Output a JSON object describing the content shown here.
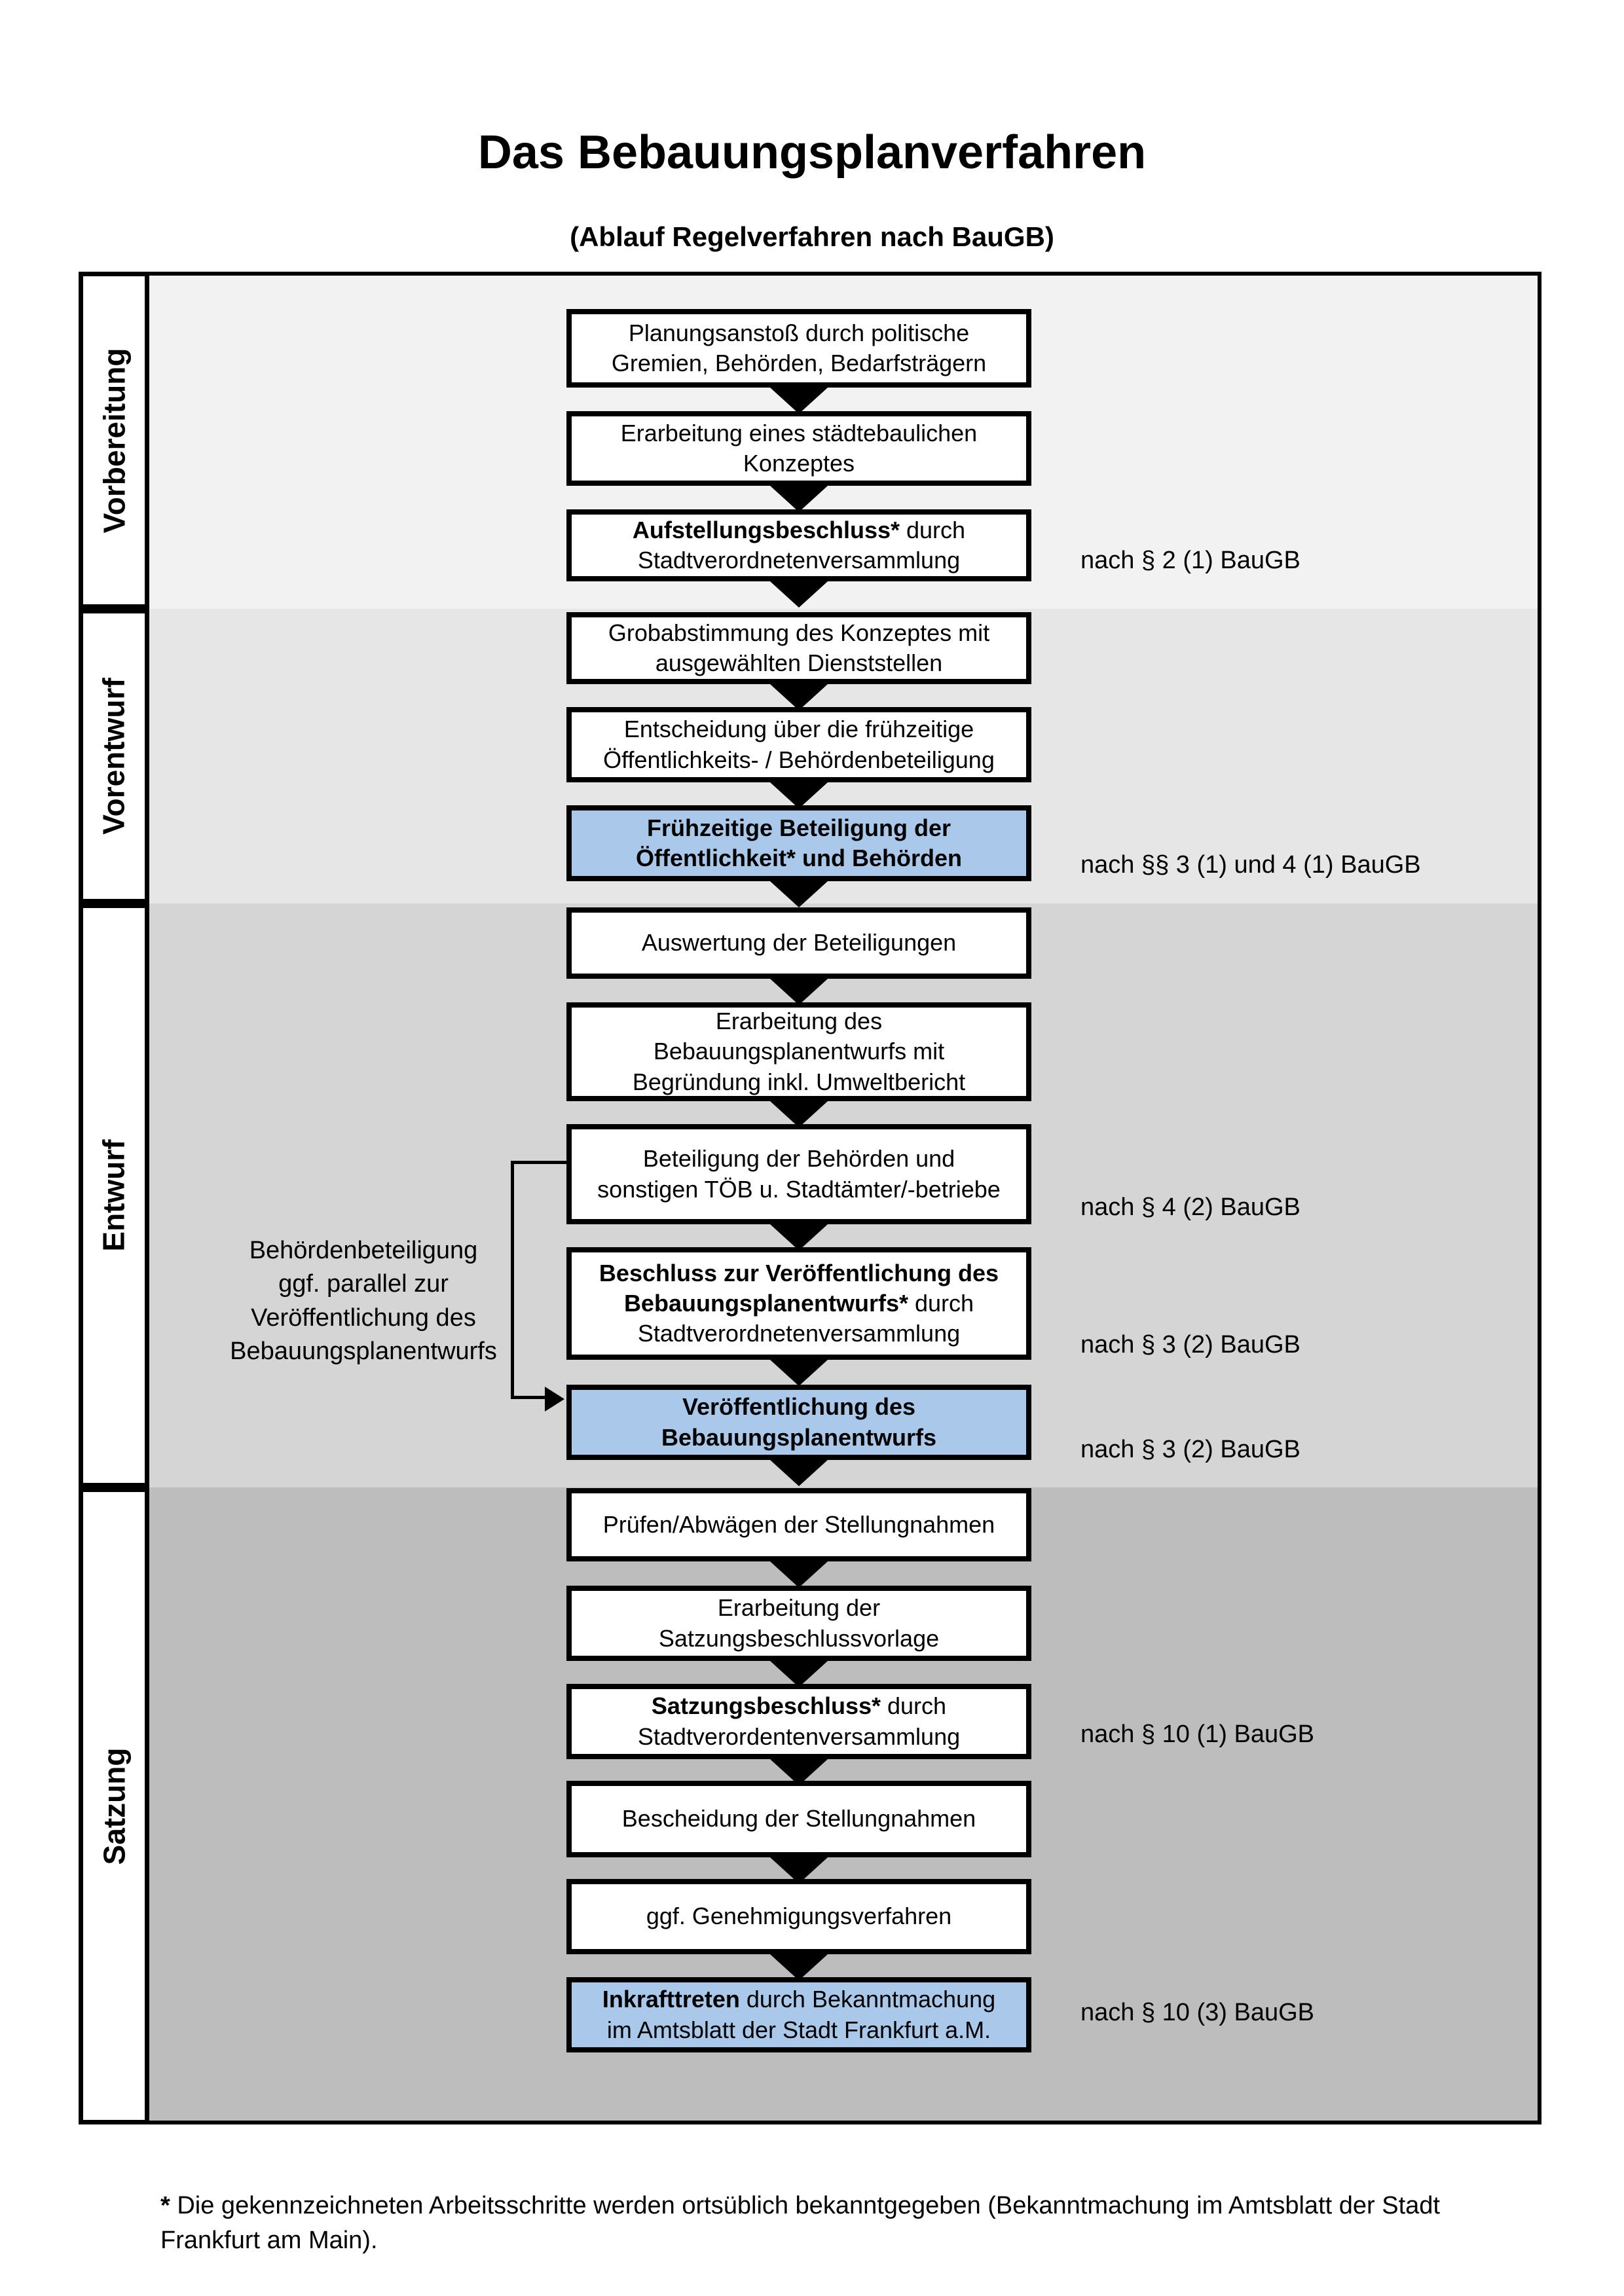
{
  "title": "Das Bebauungsplanverfahren",
  "subtitle": "(Ablauf Regelverfahren nach BauGB)",
  "sections": [
    {
      "label": "Vorbereitung"
    },
    {
      "label": "Vorentwurf"
    },
    {
      "label": "Entwurf"
    },
    {
      "label": "Satzung"
    }
  ],
  "boxes": [
    {
      "b": "",
      "t": "Planungsanstoß durch politische\nGremien, Behörden, Bedarfsträgern"
    },
    {
      "b": "",
      "t": "Erarbeitung eines städtebaulichen\nKonzeptes"
    },
    {
      "b": "Aufstellungsbeschluss*",
      "t": " durch\nStadtverordnetenversammlung"
    },
    {
      "b": "",
      "t": "Grobabstimmung des Konzeptes mit\nausgewählten Dienststellen"
    },
    {
      "b": "",
      "t": "Entscheidung über die frühzeitige\nÖffentlichkeits- / Behördenbeteiligung"
    },
    {
      "b": "Frühzeitige Beteiligung der\nÖffentlichkeit* und Behörden",
      "t": ""
    },
    {
      "b": "",
      "t": "Auswertung der Beteiligungen"
    },
    {
      "b": "",
      "t": "Erarbeitung des\nBebauungsplanentwurfs mit\nBegründung inkl. Umweltbericht"
    },
    {
      "b": "",
      "t": "Beteiligung der Behörden und\nsonstigen TÖB u. Stadtämter/-betriebe"
    },
    {
      "b": "Beschluss zur Veröffentlichung des\nBebauungsplanentwurfs*",
      "t": " durch\nStadtverordnetenversammlung"
    },
    {
      "b": "Veröffentlichung des\nBebauungsplanentwurfs",
      "t": ""
    },
    {
      "b": "",
      "t": "Prüfen/Abwägen der Stellungnahmen"
    },
    {
      "b": "",
      "t": "Erarbeitung der\nSatzungsbeschlussvorlage"
    },
    {
      "b": "Satzungsbeschluss*",
      "t": " durch\nStadtverordentenversammlung"
    },
    {
      "b": "",
      "t": "Bescheidung der Stellungnahmen"
    },
    {
      "b": "",
      "t": "ggf. Genehmigungsverfahren"
    },
    {
      "b": "Inkrafttreten",
      "t": " durch Bekanntmachung\nim Amtsblatt der Stadt Frankfurt a.M."
    }
  ],
  "side_notes": [
    "nach § 2 (1) BauGB",
    "nach §§ 3 (1) und 4 (1) BauGB",
    "nach § 4 (2) BauGB",
    "nach § 3 (2) BauGB",
    "nach § 3 (2) BauGB",
    "nach § 10 (1) BauGB",
    "nach § 10 (3) BauGB"
  ],
  "left_note": "Behördenbeteiligung\nggf. parallel zur\nVeröffentlichung des\nBebauungsplanentwurfs",
  "footnote": {
    "star": "*",
    "text": " Die gekennzeichneten Arbeitsschritte werden ortsüblich bekanntgegeben (Bekanntmachung im Amtsblatt  der Stadt\nFrankfurt am Main)."
  },
  "colors": {
    "highlight_blue": "#a9c8ea",
    "section_backgrounds": [
      "#f2f2f2",
      "#e6e6e6",
      "#d5d5d5",
      "#bdbdbd"
    ],
    "line_black": "#000000"
  }
}
